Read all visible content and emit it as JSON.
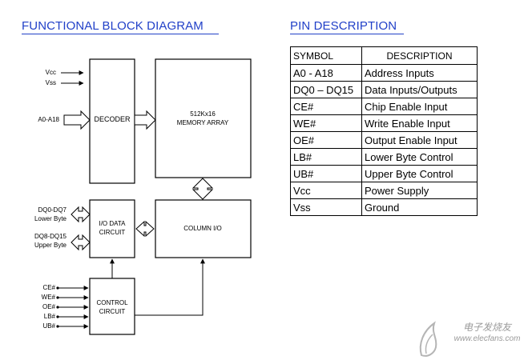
{
  "diagram": {
    "title": "FUNCTIONAL BLOCK DIAGRAM",
    "inputs": {
      "vcc": "Vcc",
      "vss": "Vss",
      "address": "A0-A18"
    },
    "blocks": {
      "decoder": "DECODER",
      "memory_line1": "512Kx16",
      "memory_line2": "MEMORY ARRAY",
      "io_data_line1": "I/O DATA",
      "io_data_line2": "CIRCUIT",
      "column_io": "COLUMN I/O",
      "control_line1": "CONTROL",
      "control_line2": "CIRCUIT"
    },
    "data_ports": {
      "lower_bus": "DQ0-DQ7",
      "lower_label": "Lower Byte",
      "upper_bus": "DQ8-DQ15",
      "upper_label": "Upper Byte"
    },
    "control_signals": [
      "CE#",
      "WE#",
      "OE#",
      "LB#",
      "UB#"
    ]
  },
  "pin_table": {
    "title": "PIN DESCRIPTION",
    "headers": {
      "symbol": "SYMBOL",
      "description": "DESCRIPTION"
    },
    "rows": [
      {
        "symbol": "A0 - A18",
        "description": "Address Inputs"
      },
      {
        "symbol": "DQ0 – DQ15",
        "description": "Data Inputs/Outputs"
      },
      {
        "symbol": "CE#",
        "description": "Chip Enable Input"
      },
      {
        "symbol": "WE#",
        "description": "Write Enable Input"
      },
      {
        "symbol": "OE#",
        "description": "Output Enable Input"
      },
      {
        "symbol": "LB#",
        "description": "Lower Byte Control"
      },
      {
        "symbol": "UB#",
        "description": "Upper Byte Control"
      },
      {
        "symbol": "Vcc",
        "description": "Power Supply"
      },
      {
        "symbol": "Vss",
        "description": "Ground"
      }
    ]
  },
  "watermark": {
    "brand": "电子发烧友",
    "url": "www.elecfans.com"
  },
  "colors": {
    "heading": "#2140c8",
    "watermark": "#9a9a9a"
  }
}
